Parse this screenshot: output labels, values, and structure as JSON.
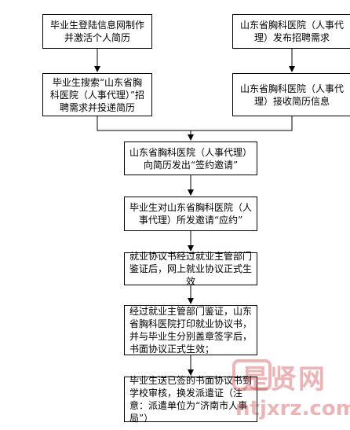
{
  "boxes": {
    "b1": "毕业生登陆信息网制作并激活个人简历",
    "b2": "毕业生搜索“山东省胸科医院（人事代理）”招聘需求并投递简历",
    "b3": "山东省胸科医院（人事代理）发布招聘需求",
    "b4": "山东省胸科医院（人事代理）接收简历信息",
    "b5": "山东省胸科医院（人事代理）向简历发出“签约邀请”",
    "b6": "毕业生对山东省胸科医院（人事代理）所发邀请“应约”",
    "b7": "就业协议书经过就业主管部门鉴证后，网上就业协议正式生效",
    "b8": "经过就业主管部门鉴证，山东省胸科医院打印就业协议书，并与毕业生分别盖章签字后，书面协议正式生效；",
    "b9": "毕业生送已签的书面协议书到学校审核，换发派遣证（注意：派遣单位为“济南市人事局”）"
  },
  "watermark": {
    "cn": "是贤网",
    "url": "ntjxrz.com",
    "color": "#c82828"
  }
}
